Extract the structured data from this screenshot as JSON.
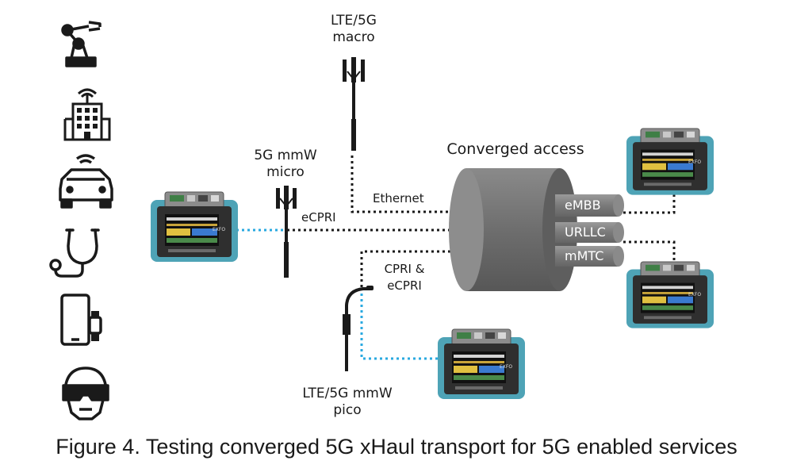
{
  "labels": {
    "macro": "LTE/5G\nmacro",
    "micro": "5G mmW\nmicro",
    "converged": "Converged access",
    "ethernet": "Ethernet",
    "ecpri": "eCPRI",
    "cpri": "CPRI &\neCPRI",
    "pico": "LTE/5G mmW\npico"
  },
  "slices": [
    "eMBB",
    "URLLC",
    "mMTC"
  ],
  "device_brand": "EXFO",
  "caption": "Figure 4. Testing converged 5G xHaul transport for 5G enabled services",
  "icons": [
    "industrial-robot-icon",
    "smart-building-icon",
    "connected-car-icon",
    "stethoscope-icon",
    "phone-watch-icon",
    "vr-headset-icon"
  ],
  "colors": {
    "link_blue": "#29a9e0",
    "link_black": "#1a1a1a",
    "cylinder": "#6b6b6b",
    "device_frame": "#4ea3b6"
  }
}
